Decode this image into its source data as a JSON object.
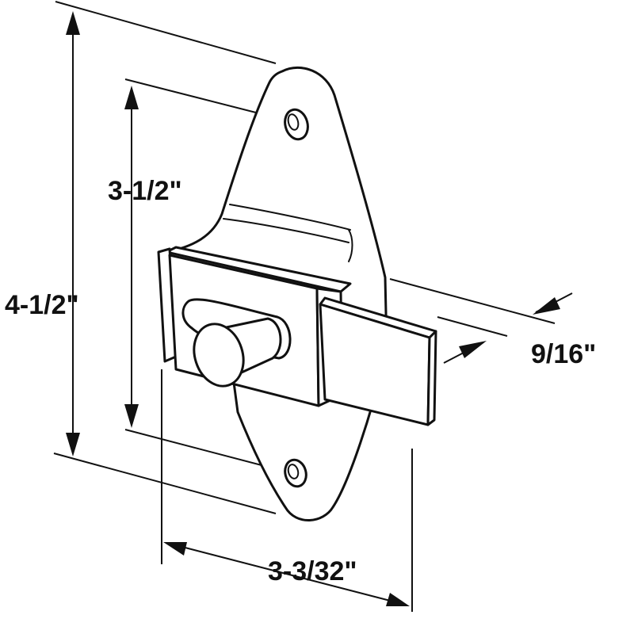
{
  "dimensions": {
    "overall_height": "4-1/2\"",
    "hole_spacing": "3-1/2\"",
    "bolt_width": "9/16\"",
    "overall_width": "3-3/32\""
  },
  "colors": {
    "line": "#111111",
    "background": "#ffffff"
  }
}
